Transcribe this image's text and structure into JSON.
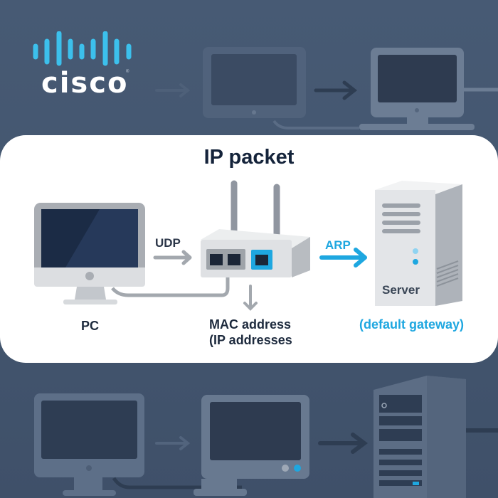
{
  "brand": {
    "name": "cisco",
    "registered_mark": "®",
    "logo_color": "#3cc0ec"
  },
  "diagram": {
    "title": "IP packet",
    "nodes": [
      {
        "id": "pc",
        "label": "PC",
        "icon": "desktop-monitor-icon"
      },
      {
        "id": "router",
        "label": "",
        "icon": "router-icon"
      },
      {
        "id": "server",
        "label": "Server",
        "icon": "server-tower-icon"
      }
    ],
    "edges": [
      {
        "from": "pc",
        "to": "router",
        "label": "UDP"
      },
      {
        "from": "router",
        "to": "server",
        "label": "ARP"
      },
      {
        "from": "router",
        "to": "below",
        "label": ""
      }
    ],
    "router_caption": {
      "line1": "MAC address",
      "line2": "(IP addresses"
    },
    "server_caption": "(default gateway)",
    "colors": {
      "accent": "#1ea7e0",
      "background": "#435570",
      "card": "#ffffff",
      "title": "#14233a"
    }
  },
  "background_scene": {
    "top_row": [
      "desktop-monitor-icon",
      "desktop-monitor-icon"
    ],
    "bottom_row": [
      "desktop-monitor-icon",
      "desktop-monitor-icon",
      "server-tower-icon"
    ]
  }
}
